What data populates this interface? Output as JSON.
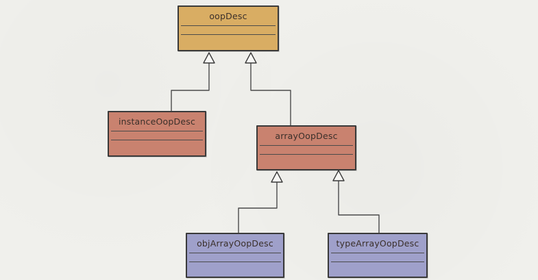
{
  "diagram": {
    "classes": [
      {
        "id": "oopdesc",
        "name": "oopDesc"
      },
      {
        "id": "instanceoopdesc",
        "name": "instanceOopDesc"
      },
      {
        "id": "arrayoopdesc",
        "name": "arrayOopDesc"
      },
      {
        "id": "objarrayoopdesc",
        "name": "objArrayOopDesc"
      },
      {
        "id": "typearrayoopdesc",
        "name": "typeArrayOopDesc"
      }
    ],
    "relations": [
      {
        "from": "instanceOopDesc",
        "to": "oopDesc",
        "type": "inheritance"
      },
      {
        "from": "arrayOopDesc",
        "to": "oopDesc",
        "type": "inheritance"
      },
      {
        "from": "objArrayOopDesc",
        "to": "arrayOopDesc",
        "type": "inheritance"
      },
      {
        "from": "typeArrayOopDesc",
        "to": "arrayOopDesc",
        "type": "inheritance"
      }
    ],
    "colors": {
      "base": "#d9ad63",
      "instance": "#c9826f",
      "array": "#c9826f",
      "leaf": "#9fa0ca",
      "stroke": "#3a3a3a",
      "background": "#f0f0ec"
    }
  }
}
